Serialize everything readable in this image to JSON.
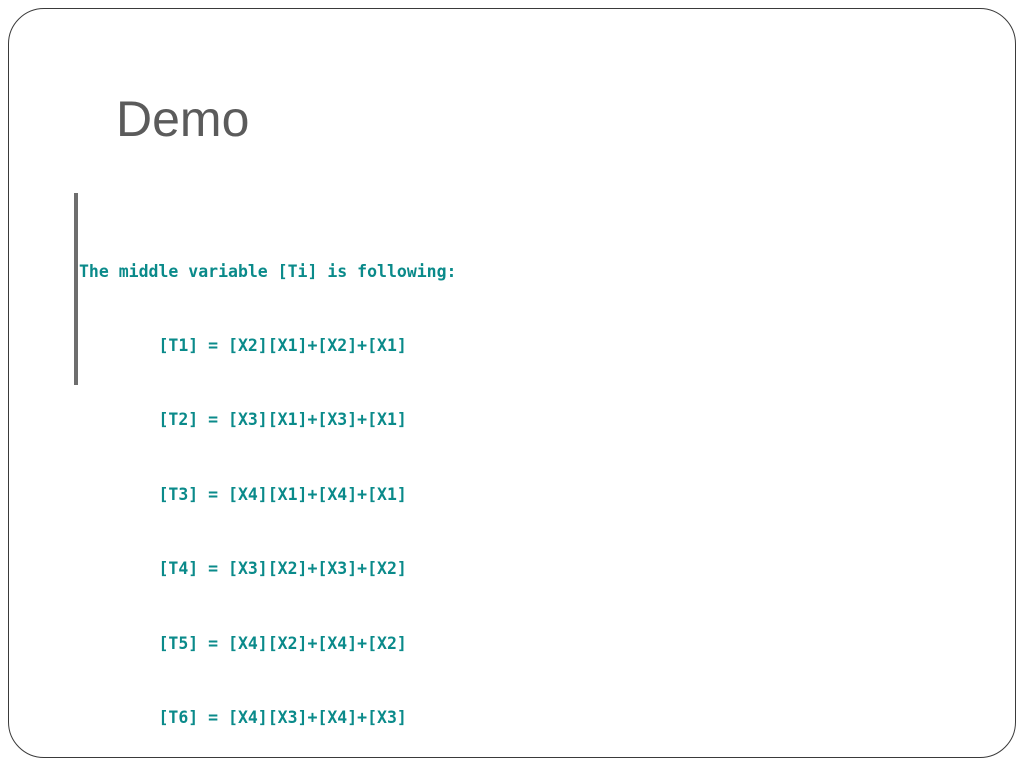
{
  "slide": {
    "title": "Demo"
  },
  "console": {
    "text_color": "#0a8a8a",
    "lines": [
      "The middle variable [Ti] is following:",
      "        [T1] = [X2][X1]+[X2]+[X1]",
      "        [T2] = [X3][X1]+[X3]+[X1]",
      "        [T3] = [X4][X1]+[X4]+[X1]",
      "        [T4] = [X3][X2]+[X3]+[X2]",
      "        [T5] = [X4][X2]+[X4]+[X2]",
      "        [T6] = [X4][X3]+[X4]+[X3]"
    ]
  }
}
